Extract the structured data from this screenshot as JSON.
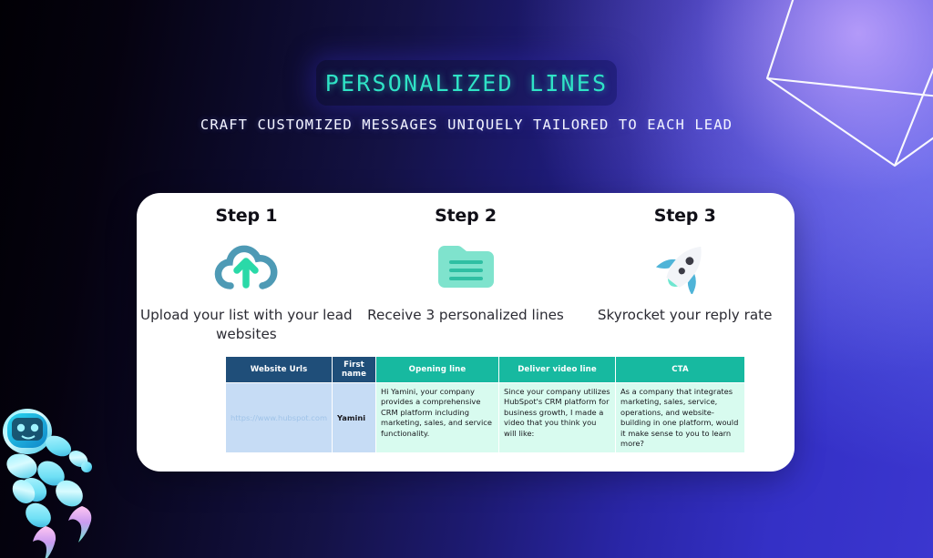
{
  "header": {
    "title": "PERSONALIZED LINES",
    "subtitle": "CRAFT CUSTOMIZED MESSAGES UNIQUELY TAILORED TO EACH LEAD",
    "title_color": "#2fe3c6",
    "subtitle_color": "#f3f4ff",
    "pill_color": "#161552"
  },
  "background": {
    "left_color": "#010005",
    "mid_color": "#1d1a72",
    "right_color": "#3b36cf",
    "glow_color": "#c6a8ff"
  },
  "decorations": {
    "wireframe": {
      "name": "wireframe-polygon-icon",
      "stroke": "#ffffff"
    },
    "robot": {
      "name": "robot-illustration",
      "body_color": "#7fe8f2",
      "jet_color": "#e7a6f5"
    }
  },
  "steps": [
    {
      "title": "Step 1",
      "icon": "cloud-upload-icon",
      "icon_colors": {
        "cloud": "#4e9ab5",
        "arrow": "#2ad9a8"
      },
      "caption": "Upload your list with your lead websites"
    },
    {
      "title": "Step 2",
      "icon": "folder-lines-icon",
      "icon_colors": {
        "folder": "#7fe3cd",
        "lines": "#2fbfa3"
      },
      "caption": "Receive 3 personalized lines"
    },
    {
      "title": "Step 3",
      "icon": "rocket-icon",
      "icon_colors": {
        "body": "#f2f4f8",
        "fins": "#4fb4d8",
        "window": "#3c3c46"
      },
      "caption": "Skyrocket your reply rate"
    }
  ],
  "table": {
    "header_dark_color": "#1f4e79",
    "header_teal_color": "#17b9a0",
    "columns": [
      {
        "label": "Website Urls",
        "style": "dark"
      },
      {
        "label": "First name",
        "style": "dark"
      },
      {
        "label": "Opening line",
        "style": "teal"
      },
      {
        "label": "Deliver video line",
        "style": "teal"
      },
      {
        "label": "CTA",
        "style": "teal"
      }
    ],
    "rows": [
      {
        "website_url": "https://www.hubspot.com",
        "first_name": "Yamini",
        "opening_line": "Hi Yamini, your company provides a comprehensive CRM platform including marketing, sales, and service functionality.",
        "deliver_video_line": "Since your company utilizes HubSpot's CRM platform for business growth, I made a video that you think you will like:",
        "cta": "As a company that integrates marketing, sales, service, operations, and website-building in one platform, would it make sense to you to learn more?"
      }
    ]
  }
}
